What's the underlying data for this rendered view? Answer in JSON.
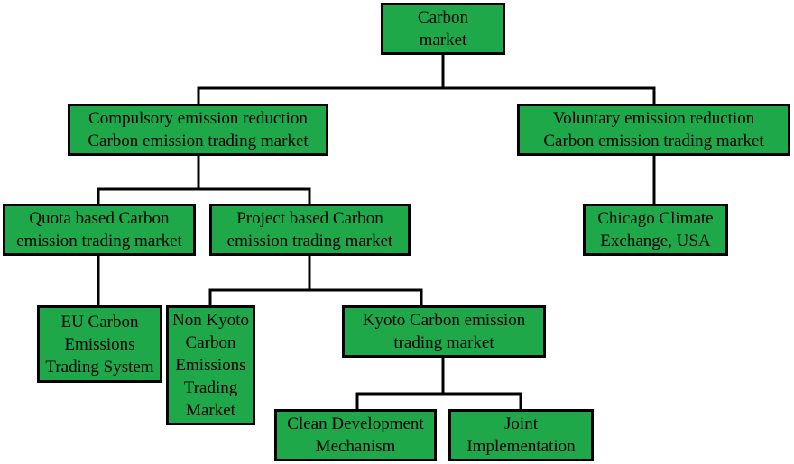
{
  "diagram": {
    "colors": {
      "node_fill": "#1fa84a",
      "node_border": "#000000",
      "connector": "#000000",
      "background": "#ffffff"
    },
    "nodes": {
      "root": "Carbon\nmarket",
      "compulsory": "Compulsory emission reduction\nCarbon emission trading market",
      "voluntary": "Voluntary emission reduction\nCarbon emission trading market",
      "quota": "Quota based Carbon\nemission trading market",
      "project": "Project based Carbon\nemission trading market",
      "chicago": "Chicago Climate\nExchange, USA",
      "eu": "EU Carbon\nEmissions\nTrading System",
      "nonkyoto": "Non Kyoto\nCarbon\nEmissions\nTrading\nMarket",
      "kyoto": "Kyoto Carbon emission\ntrading market",
      "cdm": "Clean Development\nMechanism",
      "ji": "Joint\nImplementation"
    },
    "edges": [
      {
        "from": "root",
        "to": "compulsory"
      },
      {
        "from": "root",
        "to": "voluntary"
      },
      {
        "from": "compulsory",
        "to": "quota"
      },
      {
        "from": "compulsory",
        "to": "project"
      },
      {
        "from": "voluntary",
        "to": "chicago"
      },
      {
        "from": "quota",
        "to": "eu"
      },
      {
        "from": "project",
        "to": "nonkyoto"
      },
      {
        "from": "project",
        "to": "kyoto"
      },
      {
        "from": "kyoto",
        "to": "cdm"
      },
      {
        "from": "kyoto",
        "to": "ji"
      }
    ]
  }
}
